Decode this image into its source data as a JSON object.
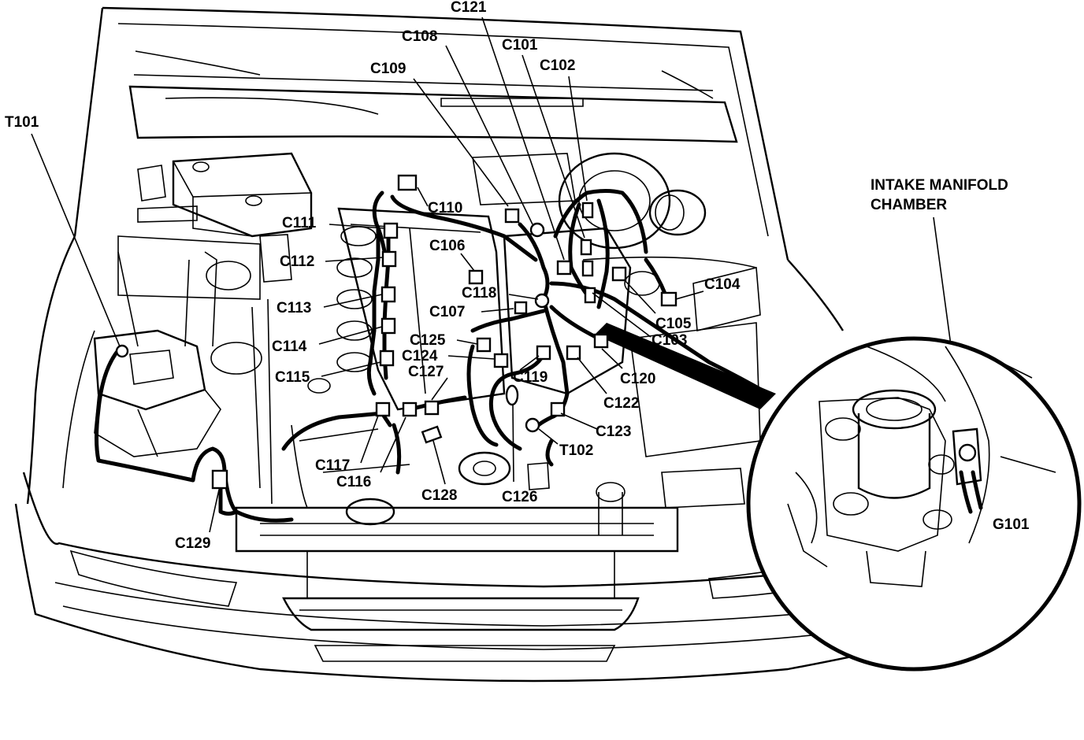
{
  "callouts": {
    "t101": "T101",
    "c121": "C121",
    "c108": "C108",
    "c101": "C101",
    "c102": "C102",
    "c109": "C109",
    "c110": "C110",
    "c111": "C111",
    "c112": "C112",
    "c106": "C106",
    "c118": "C118",
    "c104": "C104",
    "c113": "C113",
    "c107": "C107",
    "c105": "C105",
    "c103": "C103",
    "c125": "C125",
    "c114": "C114",
    "c124": "C124",
    "c120": "C120",
    "c127": "C127",
    "c119": "C119",
    "c115": "C115",
    "c122": "C122",
    "c123": "C123",
    "c117": "C117",
    "t102": "T102",
    "c116": "C116",
    "c128": "C128",
    "c126": "C126",
    "c129": "C129",
    "g101": "G101"
  },
  "inset": {
    "title_line1": "INTAKE MANIFOLD",
    "title_line2": "CHAMBER"
  }
}
